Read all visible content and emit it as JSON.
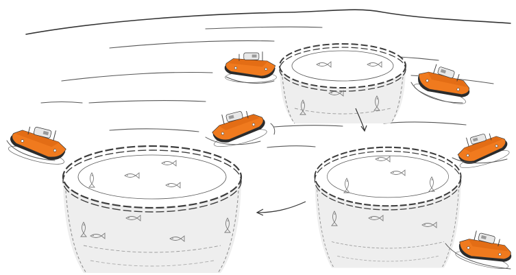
{
  "scene": {
    "subject": "fish-farm-net-pens-with-service-boats",
    "palette": {
      "background": "#ffffff",
      "ink": "#3c3c3c",
      "boat_hull": "#f07a1e",
      "boat_hull_shade": "#d9620e",
      "boat_bottom": "#2b2b2b",
      "boat_deck": "#e8e8e8",
      "net_shadow": "#e6e6e6",
      "water_line": "#555555"
    },
    "pens": [
      {
        "name": "net-pen-top"
      },
      {
        "name": "net-pen-left"
      },
      {
        "name": "net-pen-right"
      }
    ],
    "boats": [
      {
        "name": "boat-top-left",
        "heading": "left"
      },
      {
        "name": "boat-top-right",
        "heading": "right"
      },
      {
        "name": "boat-middle",
        "heading": "right"
      },
      {
        "name": "boat-far-left",
        "heading": "left"
      },
      {
        "name": "boat-right",
        "heading": "right"
      },
      {
        "name": "boat-bottom-right",
        "heading": "right"
      }
    ],
    "arrows": [
      {
        "name": "arrow-top-to-right-pen",
        "direction": "down"
      },
      {
        "name": "arrow-right-to-left-pen",
        "direction": "left"
      }
    ]
  }
}
